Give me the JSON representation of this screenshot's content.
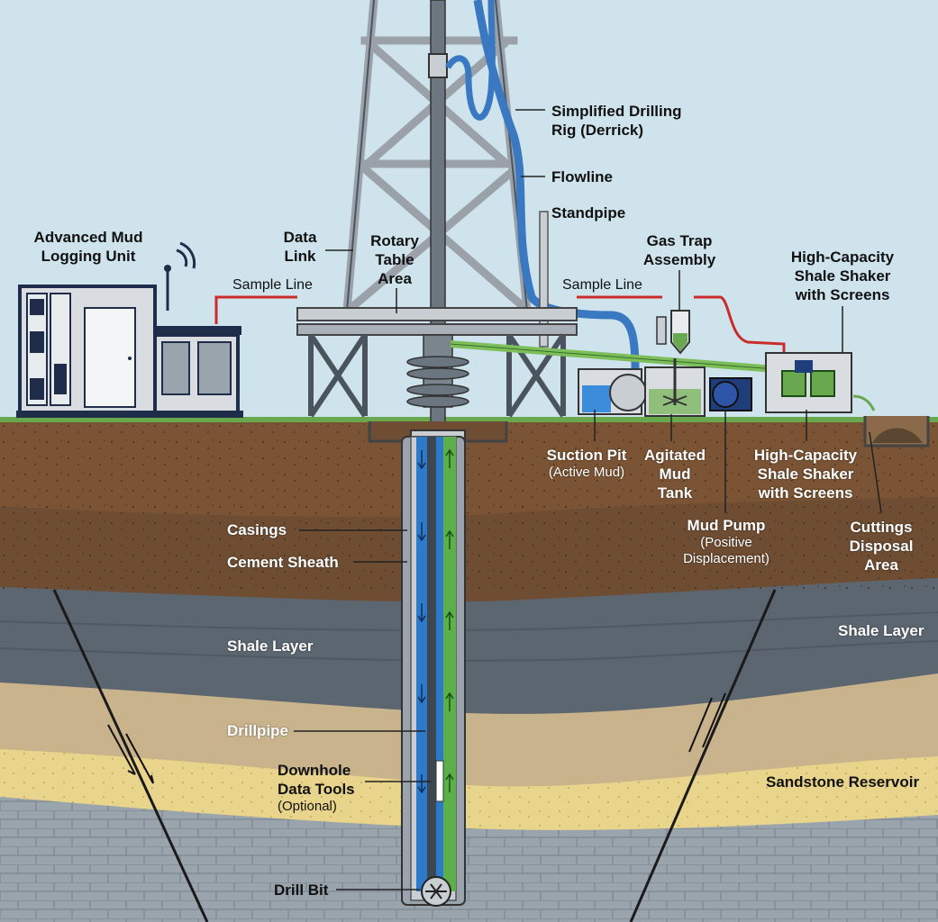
{
  "labels": {
    "derrick": "Simplified Drilling Rig (Derrick)",
    "derrick_l1": "Simplified Drilling",
    "derrick_l2": "Rig (Derrick)",
    "flowline": "Flowline",
    "standpipe": "Standpipe",
    "logging_l1": "Advanced Mud",
    "logging_l2": "Logging Unit",
    "data_link_l1": "Data",
    "data_link_l2": "Link",
    "rotary_l1": "Rotary",
    "rotary_l2": "Table",
    "rotary_l3": "Area",
    "gas_trap_l1": "Gas Trap",
    "gas_trap_l2": "Assembly",
    "shaker_top_l1": "High-Capacity",
    "shaker_top_l2": "Shale Shaker",
    "shaker_top_l3": "with Screens",
    "sample_line_left": "Sample Line",
    "sample_line_right": "Sample Line",
    "suction_pit": "Suction Pit",
    "suction_pit_sub": "(Active Mud)",
    "agitated_l1": "Agitated",
    "agitated_l2": "Mud",
    "agitated_l3": "Tank",
    "shaker_bot_l1": "High-Capacity",
    "shaker_bot_l2": "Shale Shaker",
    "shaker_bot_l3": "with Screens",
    "mud_pump": "Mud Pump",
    "mud_pump_sub1": "(Positive",
    "mud_pump_sub2": "Displacement)",
    "cuttings_l1": "Cuttings",
    "cuttings_l2": "Disposal",
    "cuttings_l3": "Area",
    "casings": "Casings",
    "cement_sheath": "Cement Sheath",
    "shale_left": "Shale Layer",
    "shale_right": "Shale Layer",
    "drillpipe": "Drillpipe",
    "downhole_l1": "Downhole",
    "downhole_l2": "Data Tools",
    "downhole_sub": "(Optional)",
    "sandstone": "Sandstone Reservoir",
    "drill_bit": "Drill Bit"
  },
  "colors": {
    "sky": "#cfe3ec",
    "topsoil": "#6b4a2e",
    "subsoil": "#6e4d32",
    "shale": "#5c6670",
    "tan": "#c9b38d",
    "sandstone": "#e8d48a",
    "bedrock": "#9aa4ad",
    "downflow": "#2f7ac8",
    "upflow": "#5bb04a",
    "sample_line": "#cc2b2b",
    "steel": "#c9ced3"
  }
}
